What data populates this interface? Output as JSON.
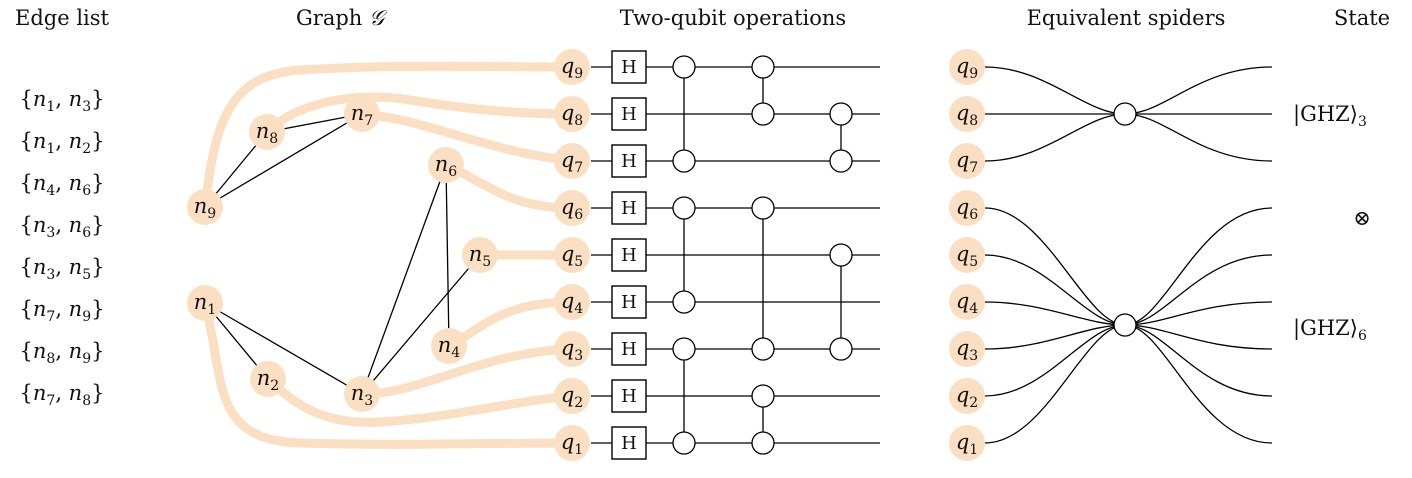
{
  "headers": {
    "edge_list": "Edge list",
    "graph": "Graph ",
    "graph_symbol": "𝒢",
    "two_qubit": "Two-qubit operations",
    "spiders": "Equivalent spiders",
    "state": "State"
  },
  "edges": [
    {
      "a": "1",
      "b": "3"
    },
    {
      "a": "1",
      "b": "2"
    },
    {
      "a": "4",
      "b": "6"
    },
    {
      "a": "3",
      "b": "6"
    },
    {
      "a": "3",
      "b": "5"
    },
    {
      "a": "7",
      "b": "9"
    },
    {
      "a": "8",
      "b": "9"
    },
    {
      "a": "7",
      "b": "8"
    }
  ],
  "node_symbol": "n",
  "qubit_symbol": "q",
  "nodes": [
    "1",
    "2",
    "3",
    "4",
    "5",
    "6",
    "7",
    "8",
    "9"
  ],
  "qubits": [
    "9",
    "8",
    "7",
    "6",
    "5",
    "4",
    "3",
    "2",
    "1"
  ],
  "gate_label": "H",
  "cz_pairs": [
    {
      "a": "9",
      "b": "7"
    },
    {
      "a": "9",
      "b": "8"
    },
    {
      "a": "8",
      "b": "7"
    },
    {
      "a": "6",
      "b": "4"
    },
    {
      "a": "6",
      "b": "3"
    },
    {
      "a": "5",
      "b": "3"
    },
    {
      "a": "3",
      "b": "1"
    },
    {
      "a": "2",
      "b": "1"
    }
  ],
  "spider_groups": [
    {
      "qubits": [
        "9",
        "8",
        "7"
      ]
    },
    {
      "qubits": [
        "6",
        "5",
        "4",
        "3",
        "2",
        "1"
      ]
    }
  ],
  "states": {
    "ghz3": "|GHZ⟩",
    "ghz3_sub": "3",
    "tensor": "⊗",
    "ghz6": "|GHZ⟩",
    "ghz6_sub": "6"
  },
  "colors": {
    "highlight": "#fbdfc2",
    "line": "#000000"
  }
}
